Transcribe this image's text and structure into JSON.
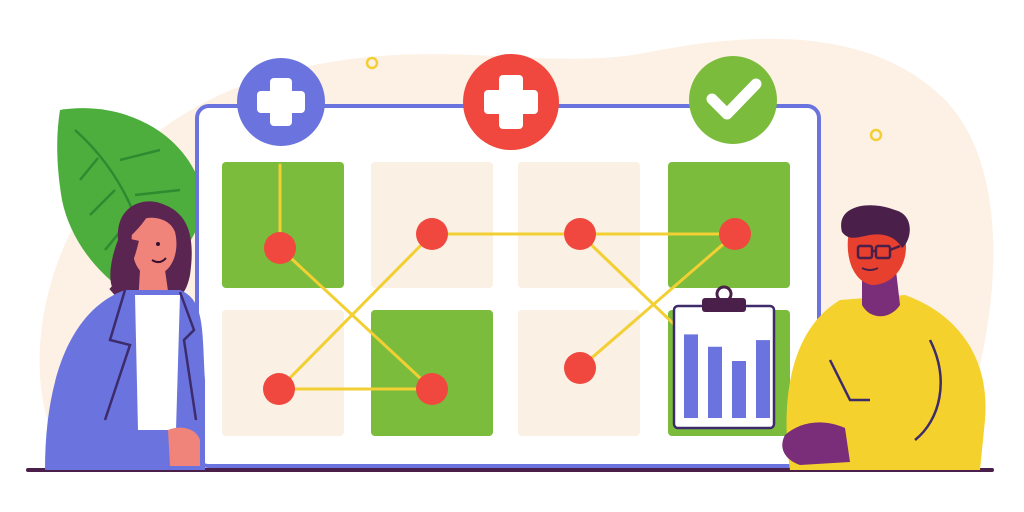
{
  "palette": {
    "blob": "#FCF1E4",
    "board_border": "#6B74DE",
    "board_fill": "#FFFFFF",
    "tile_active": "#7BBC3C",
    "tile_idle": "#FAF0E3",
    "node": "#F0483E",
    "path": "#F2CF33",
    "badge_blue": "#6B74DE",
    "badge_red": "#F0483E",
    "badge_green": "#7BBC3C",
    "leaf": "#4DAE3E",
    "woman_jacket": "#6B74DE",
    "woman_hair": "#5A2550",
    "skin": "#F0847A",
    "man_shirt": "#F5D12D",
    "man_skin": "#E8402E",
    "man_neck": "#7A2E7A",
    "man_hair": "#4A1F4A",
    "clipboard_bars": "#6B74DE",
    "ground": "#4A1F4A"
  },
  "badges": [
    {
      "icon": "plus-icon",
      "color": "blue"
    },
    {
      "icon": "plus-icon",
      "color": "red"
    },
    {
      "icon": "checkmark-icon",
      "color": "green"
    }
  ],
  "tiles": [
    {
      "row": 1,
      "col": 1,
      "state": "active"
    },
    {
      "row": 1,
      "col": 2,
      "state": "idle"
    },
    {
      "row": 1,
      "col": 3,
      "state": "idle"
    },
    {
      "row": 1,
      "col": 4,
      "state": "active"
    },
    {
      "row": 2,
      "col": 1,
      "state": "idle"
    },
    {
      "row": 2,
      "col": 2,
      "state": "active"
    },
    {
      "row": 2,
      "col": 3,
      "state": "idle"
    },
    {
      "row": 2,
      "col": 4,
      "state": "active"
    }
  ],
  "clipboard_chart": {
    "type": "bar",
    "values": [
      0.88,
      0.75,
      0.6,
      0.82
    ]
  }
}
